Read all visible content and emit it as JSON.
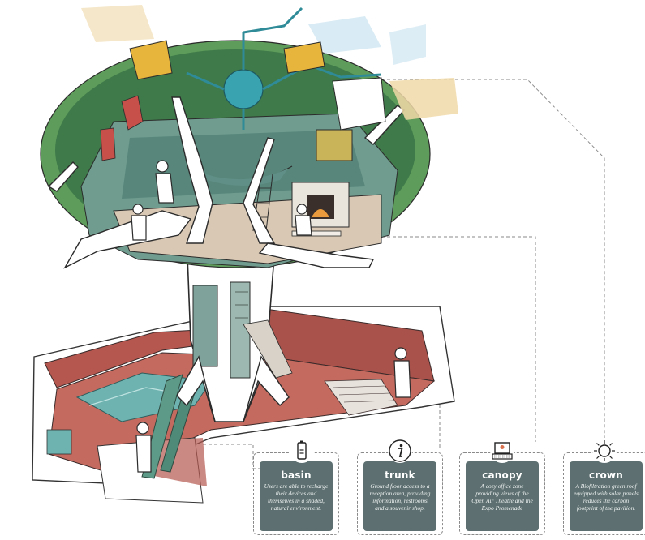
{
  "cards": [
    {
      "id": "basin",
      "title": "basin",
      "description": "Users are able to recharge their devices and themselves in a shaded, natural environment.",
      "icon": "battery-icon"
    },
    {
      "id": "trunk",
      "title": "trunk",
      "description": "Ground floor access to a reception area, providing information, restrooms and a souvenir shop.",
      "icon": "info-icon"
    },
    {
      "id": "canopy",
      "title": "canopy",
      "description": "A cozy office zone providing views of the Open Air Theatre and the Expo Promenade",
      "icon": "laptop-icon"
    },
    {
      "id": "crown",
      "title": "crown",
      "description": "A Biofiltration green roof equipped with solar panels reduces the carbon footprint of the pavilion.",
      "icon": "sun-icon"
    }
  ],
  "colors": {
    "card_background": "#5d6f70",
    "basin_floor": "#b5574f",
    "foliage_green": "#3f7a4a",
    "trunk_white": "#ffffff",
    "water_teal": "#5fa9a8",
    "solar_panel_yellow": "#e8c98a",
    "leader_line": "#8a8a8a"
  }
}
